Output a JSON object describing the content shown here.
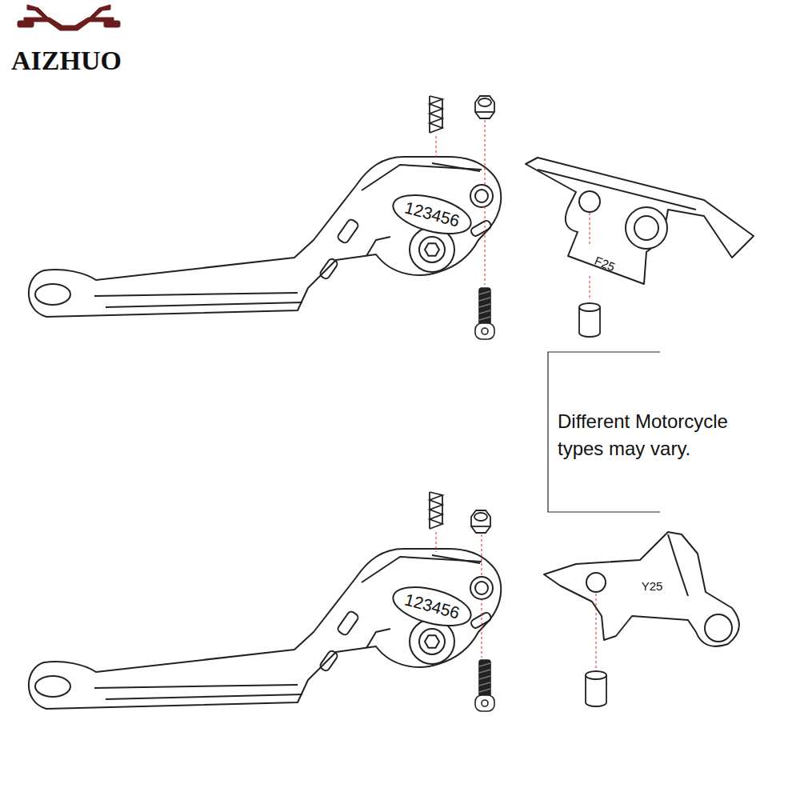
{
  "diagram": {
    "labels": [
      "AIZHUO",
      "123456",
      "F25",
      "Different Motorcycle types may vary.",
      "123456",
      "Y25"
    ]
  }
}
